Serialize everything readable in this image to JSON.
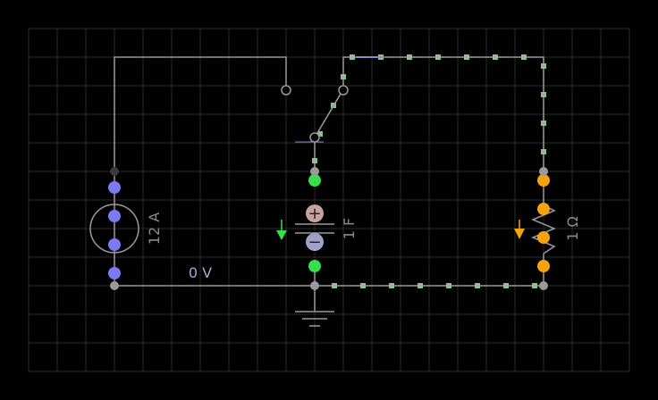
{
  "canvas": {
    "background": "#000000",
    "grid_color": "#2a2a2a",
    "wire_color": "#9a9a9a"
  },
  "colors": {
    "current_source_dots": "#7b7bf5",
    "capacitor_dots": "#35e04a",
    "resistor_dots": "#f5a20f",
    "active_wire_dash": "#8fc08f",
    "arrow_green": "#35e04a",
    "arrow_orange": "#f5a20f",
    "node": "#9a9a9a"
  },
  "components": {
    "current_source": {
      "label": "12 A",
      "icon": "current-source-icon"
    },
    "capacitor": {
      "label": "1 F",
      "icon": "capacitor-icon",
      "plus_glyph": "+",
      "minus_glyph": "−"
    },
    "resistor": {
      "label": "1 Ω",
      "icon": "resistor-icon"
    },
    "switch": {
      "icon": "spdt-switch-icon"
    },
    "ground": {
      "icon": "ground-icon"
    }
  },
  "node_labels": {
    "bottom_rail_voltage": "0 V"
  }
}
